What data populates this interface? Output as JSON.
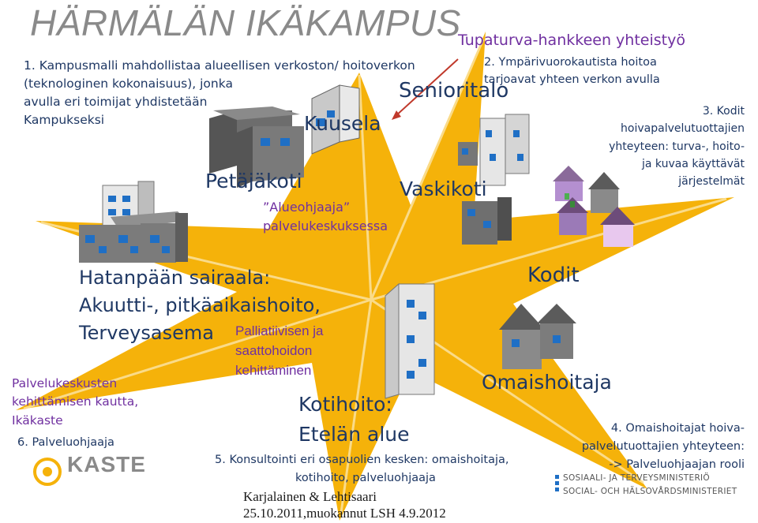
{
  "title": "HÄRMÄLÄN IKÄKAMPUS",
  "top_right_note": "Tupaturva-hankkeen yhteistyö",
  "point1": [
    "1. Kampusmalli mahdollistaa alueellisen verkoston/ hoitoverkon",
    "(teknologinen kokonaisuus), jonka",
    "avulla eri toimijat yhdistetään",
    "Kampukseksi"
  ],
  "point2": [
    "2. Ympärivuorokautista hoitoa",
    "tarjoavat yhteen verkon avulla"
  ],
  "point3": [
    "3. Kodit",
    "hoivapalvelutuottajien",
    "yhteyteen: turva-, hoito-",
    "ja kuvaa käyttävät",
    "järjestelmät"
  ],
  "point4": [
    "4. Omaishoitajat hoiva-",
    "palvelutuottajien yhteyteen:",
    "-> Palveluohjaajan rooli"
  ],
  "point5": [
    "5. Konsultointi eri osapuolien kesken: omaishoitaja,",
    "kotihoito, palveluohjaaja"
  ],
  "point6": "6. Palveluohjaaja",
  "places": {
    "senioritalo": "Senioritalo",
    "kuusela": "Kuusela",
    "petajakoti": "Petäjäkoti",
    "vaskikoti": "Vaskikoti",
    "kodit": "Kodit",
    "omaishoitaja": "Omaishoitaja"
  },
  "alueohjaaja": [
    "”Alueohjaaja”",
    "palvelukeskuksessa"
  ],
  "hatanpaa": [
    "Hatanpään sairaala:",
    "Akuutti-, pitkäaikaishoito,",
    "Terveysasema"
  ],
  "palliatiivinen": [
    "Palliatiivisen ja",
    "saattohoidon",
    "kehittäminen"
  ],
  "palvelukeskukset": [
    "Palvelukeskusten",
    "kehittämisen kautta,",
    "Ikäkaste"
  ],
  "kotihoito": [
    "Kotihoito:",
    "Etelän alue"
  ],
  "credit": [
    "Karjalainen & Lehtisaari",
    "25.10.2011,muokannut LSH 4.9.2012"
  ],
  "logo_kaste": "KASTE",
  "logo_ministry": [
    "SOSIAALI- JA TERVEYSMINISTERIÖ",
    "SOCIAL- OCH HÄLSOVÅRDSMINISTERIET"
  ],
  "colors": {
    "star": "#f5b20a",
    "star_dark": "#eda700",
    "title_gray": "#8a8a8a",
    "text_blue": "#1f3864",
    "purple": "#7030a0",
    "arrow_red": "#c0392b",
    "building": "#7a7a7a",
    "window": "#1f6fc5"
  }
}
